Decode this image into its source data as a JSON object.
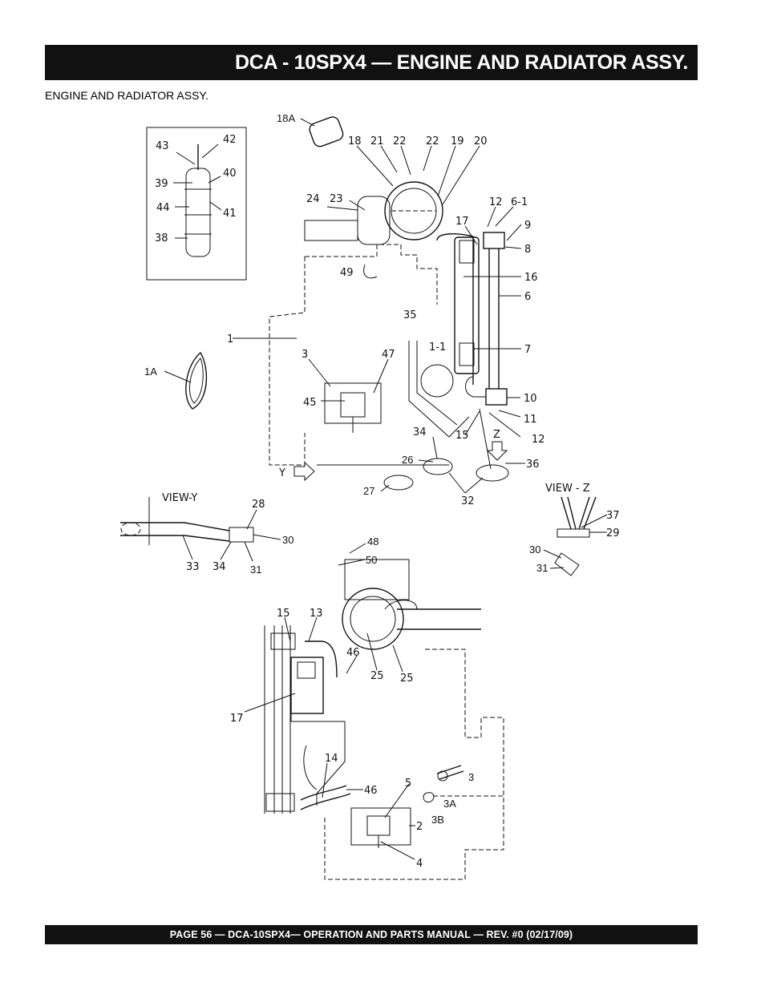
{
  "header": {
    "title": "DCA - 10SPX4 — ENGINE AND RADIATOR ASSY."
  },
  "section_label": "ENGINE AND RADIATOR ASSY.",
  "footer": {
    "text": "PAGE 56 — DCA-10SPX4— OPERATION AND PARTS MANUAL — REV. #0 (02/17/09)"
  },
  "views": {
    "view_y": "VIEW-Y",
    "view_z": "VIEW - Z",
    "arrow_y": "Y",
    "arrow_z": "Z"
  },
  "callouts": {
    "c18A": "18A",
    "c43": "43",
    "c42": "42",
    "c39": "39",
    "c40": "40",
    "c44": "44",
    "c41": "41",
    "c38": "38",
    "c18": "18",
    "c21": "21",
    "c22a": "22",
    "c22b": "22",
    "c19": "19",
    "c20": "20",
    "c24": "24",
    "c23": "23",
    "c12a": "12",
    "c6_1": "6-1",
    "c9": "9",
    "c17a": "17",
    "c8": "8",
    "c49": "49",
    "c16": "16",
    "c6": "6",
    "c35": "35",
    "c1": "1",
    "c7": "7",
    "c1_1": "1-1",
    "c1A": "1A",
    "c3a": "3",
    "c47": "47",
    "c45": "45",
    "c10": "10",
    "c11": "11",
    "c12b": "12",
    "c34a": "34",
    "c15a": "15",
    "c26": "26",
    "c36": "36",
    "c27": "27",
    "c32": "32",
    "c28": "28",
    "c30a": "30",
    "c33": "33",
    "c34b": "34",
    "c31a": "31",
    "c37": "37",
    "c29": "29",
    "c30b": "30",
    "c31b": "31",
    "c48": "48",
    "c50": "50",
    "c15b": "15",
    "c13": "13",
    "c46a": "46",
    "c25a": "25",
    "c25b": "25",
    "c17b": "17",
    "c14": "14",
    "c5": "5",
    "c46b": "46",
    "c3b": "3",
    "c3A": "3A",
    "c3B": "3B",
    "c2": "2",
    "c4": "4"
  }
}
